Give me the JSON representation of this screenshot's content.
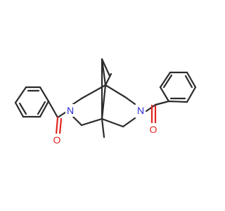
{
  "molecule": {
    "atoms": {
      "n_left": "N",
      "n_right": "N",
      "o_left": "O",
      "o_right": "O"
    },
    "colors": {
      "bond": "#2b2b2b",
      "nitrogen": "#2c2cd6",
      "oxygen": "#e0241e",
      "background": "#ffffff"
    }
  }
}
